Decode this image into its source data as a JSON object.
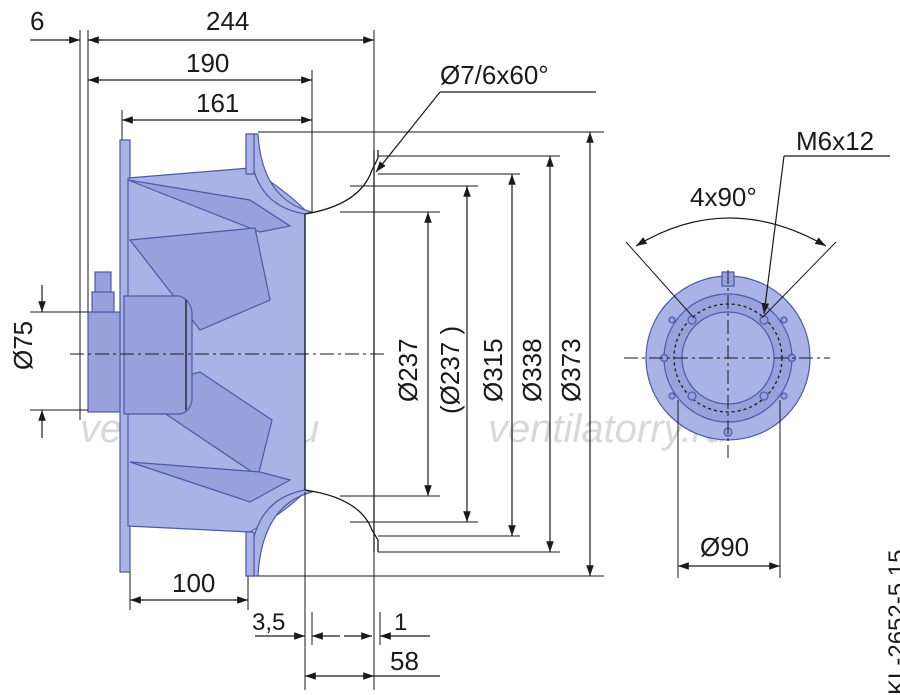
{
  "dimensions": {
    "d6": "6",
    "d244": "244",
    "d190": "190",
    "d161": "161",
    "hole": "Ø7/6x60°",
    "thread": "M6x12",
    "angle": "4x90°",
    "d75": "Ø75",
    "dia237": "Ø237",
    "dia237ref": "(Ø237  )",
    "dia315": "Ø315",
    "dia338": "Ø338",
    "dia373": "Ø373",
    "d90": "Ø90",
    "d100": "100",
    "d35": "3,5",
    "d1": "1",
    "d58": "58"
  },
  "watermark": {
    "left": "ventilatorry.ru",
    "right": "ventilatorry.ru"
  },
  "drawing_code": "KL-2652-5.15",
  "colors": {
    "body": "#a9b3e6",
    "body_dark": "#97a2dc",
    "edge": "#4b5aa8",
    "line": "#1a1a1a"
  }
}
